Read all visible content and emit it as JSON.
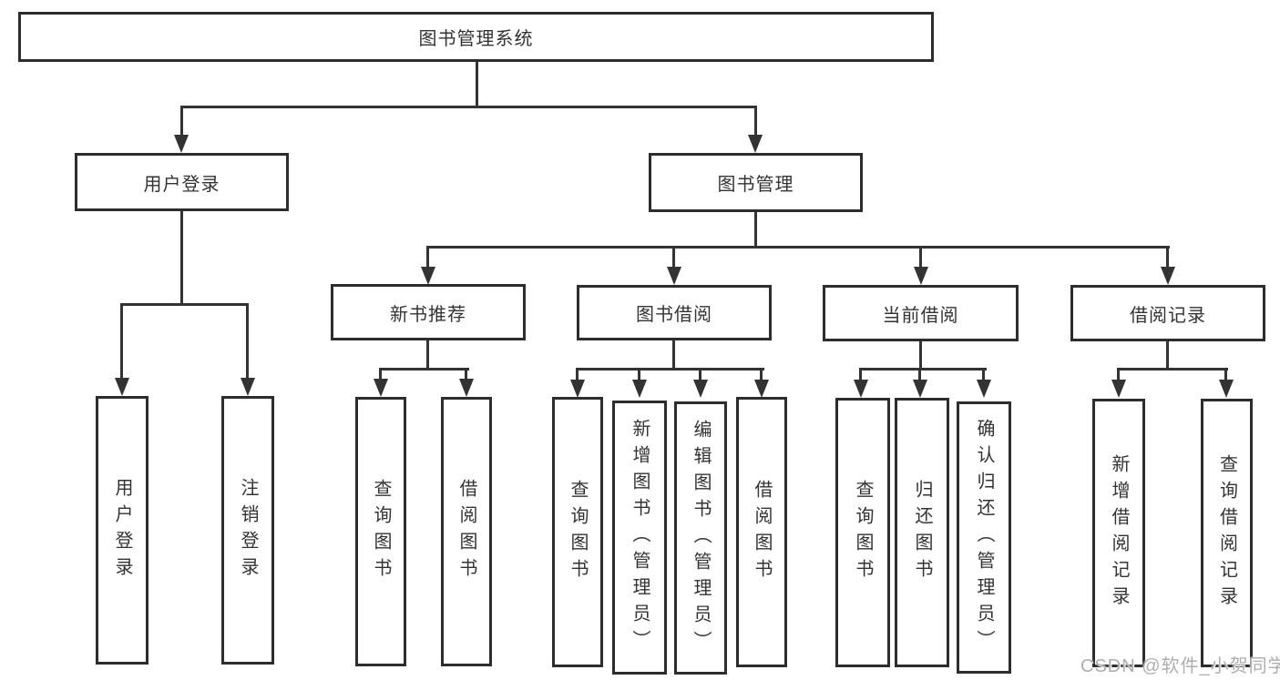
{
  "diagram_title": "图书管理系统",
  "watermark": "CSDN @软件_小贺同学",
  "colors": {
    "line": "#333333",
    "box_border": "#2d2d2d",
    "background": "#ffffff",
    "watermark": "#aeaeae"
  },
  "nodes": {
    "root": {
      "label": "图书管理系统"
    },
    "level2": [
      {
        "label": "用户登录",
        "children": [
          {
            "label": "用户登录"
          },
          {
            "label": "注销登录"
          }
        ]
      },
      {
        "label": "图书管理"
      }
    ],
    "level3": [
      {
        "label": "新书推荐",
        "children": [
          {
            "label": "查询图书"
          },
          {
            "label": "借阅图书"
          }
        ]
      },
      {
        "label": "图书借阅",
        "children": [
          {
            "label": "查询图书"
          },
          {
            "label": "新增图书（管理员）"
          },
          {
            "label": "编辑图书（管理员）"
          },
          {
            "label": "借阅图书"
          }
        ]
      },
      {
        "label": "当前借阅",
        "children": [
          {
            "label": "查询图书"
          },
          {
            "label": "归还图书"
          },
          {
            "label": "确认归还（管理员）"
          }
        ]
      },
      {
        "label": "借阅记录",
        "children": [
          {
            "label": "新增借阅记录"
          },
          {
            "label": "查询借阅记录"
          }
        ]
      }
    ]
  }
}
